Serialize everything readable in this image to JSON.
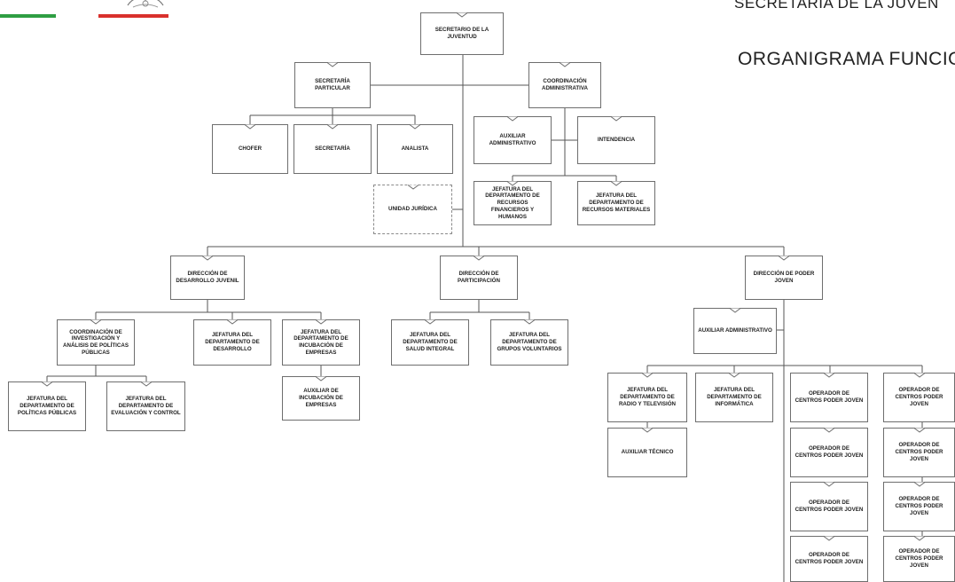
{
  "header": {
    "org_name": "SECRETARÍA DE LA JUVEN",
    "chart_title": "ORGANIGRAMA FUNCIO",
    "flag_colors": [
      "#2e9e43",
      "#ffffff",
      "#d9302c"
    ]
  },
  "nodes": {
    "secretario": "SECRETARIO DE LA JUVENTUD",
    "sec_particular": "SECRETARÍA PARTICULAR",
    "coord_admin": "COORDINACIÓN ADMINISTRATIVA",
    "chofer": "CHOFER",
    "secretaria": "SECRETARÍA",
    "analista": "ANALISTA",
    "aux_admin_top": "AUXILIAR ADMINISTRATIVO",
    "intendencia": "INTENDENCIA",
    "unidad_juridica": "UNIDAD JURÍDICA",
    "jd_recursos_fh": "JEFATURA DEL DEPARTAMENTO DE RECURSOS FINANCIEROS Y HUMANOS",
    "jd_recursos_mat": "JEFATURA DEL DEPARTAMENTO DE RECURSOS MATERIALES",
    "dir_desarrollo": "DIRECCIÓN DE DESARROLLO JUVENIL",
    "dir_participacion": "DIRECCIÓN DE PARTICIPACIÓN",
    "dir_poder_joven": "DIRECCIÓN DE PODER JOVEN",
    "coord_investigacion": "COORDINACIÓN DE INVESTIGACIÓN Y ANÁLISIS DE POLÍTICAS PÚBLICAS",
    "jd_desarrollo": "JEFATURA DEL DEPARTAMENTO DE DESARROLLO",
    "jd_incubacion": "JEFATURA DEL DEPARTAMENTO DE INCUBACIÓN DE EMPRESAS",
    "jd_salud": "JEFATURA DEL DEPARTAMENTO DE SALUD INTEGRAL",
    "jd_grupos": "JEFATURA DEL DEPARTAMENTO DE GRUPOS VOLUNTARIOS",
    "aux_incubacion": "AUXILIAR DE INCUBACIÓN DE EMPRESAS",
    "jd_politicas": "JEFATURA DEL DEPARTAMENTO DE POLÍTICAS PÚBLICAS",
    "jd_evaluacion": "JEFATURA DEL DEPARTAMENTO DE EVALUACIÓN Y CONTROL",
    "aux_admin_pj": "AUXILIAR ADMINISTRATIVO",
    "jd_radio": "JEFATURA DEL DEPARTAMENTO DE RADIO Y TELEVISIÓN",
    "jd_informatica": "JEFATURA DEL DEPARTAMENTO DE INFORMÁTICA",
    "aux_tecnico": "AUXILIAR TÉCNICO",
    "operador": "OPERADOR DE CENTROS PODER JOVEN"
  }
}
